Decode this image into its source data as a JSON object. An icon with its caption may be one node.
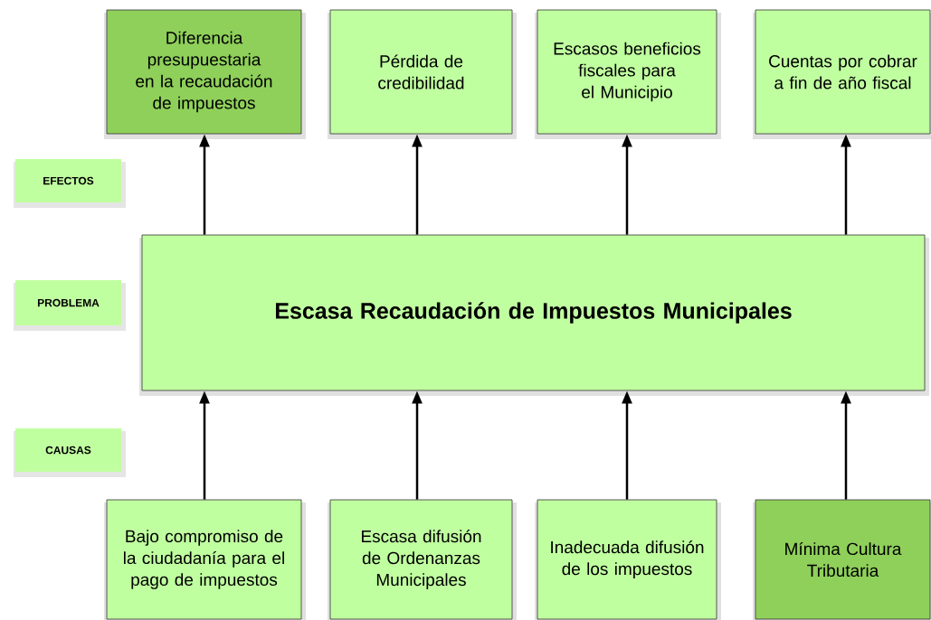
{
  "diagram": {
    "nodes": [
      {
        "text": [
          "Diferencia presupuestaria en la recaudación de impuestos"
        ]
      },
      {
        "text": [
          "Pérdida de credibilidad"
        ]
      },
      {
        "text": [
          "Escasos beneficios fiscales para el Municipio"
        ]
      },
      {
        "text": [
          "Cuentas por cobrar a fin de año fiscal"
        ]
      },
      {
        "text": [
          "EFECTOS"
        ]
      },
      {
        "text": [
          "PROBLEMA"
        ]
      },
      {
        "text": [
          "Escasa Recaudación de Impuestos Municipales"
        ]
      },
      {
        "text": [
          "CAUSAS"
        ]
      },
      {
        "text": [
          "Bajo compromiso de la ciudadanía para el pago de impuestos"
        ]
      },
      {
        "text": [
          "Escasa difusión de Ordenanzas Municipales"
        ]
      },
      {
        "text": [
          "Inadecuada difusión de los impuestos"
        ]
      },
      {
        "text": [
          "Mínima Cultura Tributaria"
        ]
      }
    ],
    "edges": [
      {
        "from": 6,
        "to": 0,
        "arrow": "to"
      },
      {
        "from": 6,
        "to": 1,
        "arrow": "to"
      },
      {
        "from": 6,
        "to": 2,
        "arrow": "to"
      },
      {
        "from": 6,
        "to": 3,
        "arrow": "to"
      },
      {
        "from": 8,
        "to": 6,
        "arrow": "to"
      },
      {
        "from": 9,
        "to": 6,
        "arrow": "to"
      },
      {
        "from": 10,
        "to": 6,
        "arrow": "to"
      },
      {
        "from": 11,
        "to": 6,
        "arrow": "to"
      }
    ]
  }
}
